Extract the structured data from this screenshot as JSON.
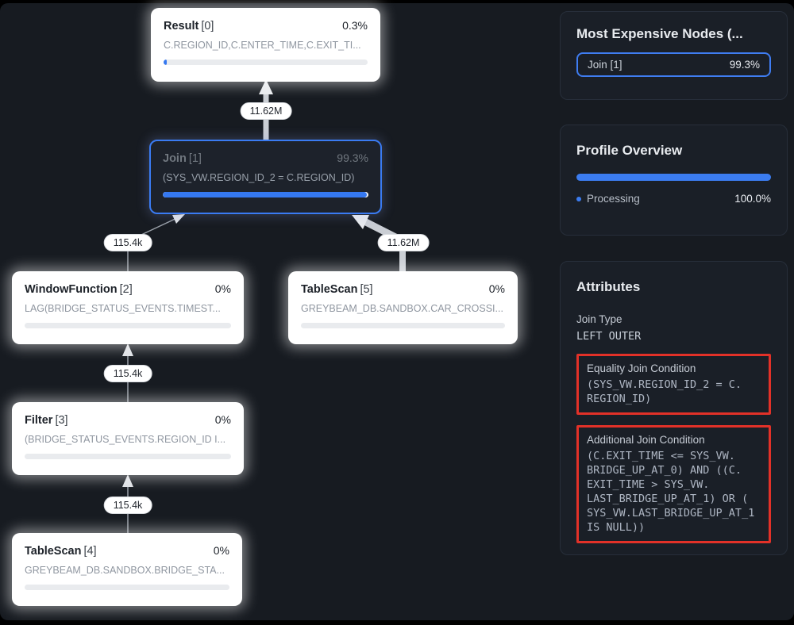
{
  "flow": {
    "nodes": [
      {
        "id": "result",
        "title": "Result",
        "index": "[0]",
        "pct": "0.3%",
        "subtitle": "C.REGION_ID,C.ENTER_TIME,C.EXIT_TI...",
        "bar": 1.5
      },
      {
        "id": "join",
        "title": "Join",
        "index": "[1]",
        "pct": "99.3%",
        "subtitle": "(SYS_VW.REGION_ID_2 = C.REGION_ID)",
        "bar": 99.3,
        "selected": true
      },
      {
        "id": "windowfunction",
        "title": "WindowFunction",
        "index": "[2]",
        "pct": "0%",
        "subtitle": "LAG(BRIDGE_STATUS_EVENTS.TIMEST...",
        "bar": 0
      },
      {
        "id": "tablescan5",
        "title": "TableScan",
        "index": "[5]",
        "pct": "0%",
        "subtitle": "GREYBEAM_DB.SANDBOX.CAR_CROSSI...",
        "bar": 0
      },
      {
        "id": "filter",
        "title": "Filter",
        "index": "[3]",
        "pct": "0%",
        "subtitle": "(BRIDGE_STATUS_EVENTS.REGION_ID I...",
        "bar": 0
      },
      {
        "id": "tablescan4",
        "title": "TableScan",
        "index": "[4]",
        "pct": "0%",
        "subtitle": "GREYBEAM_DB.SANDBOX.BRIDGE_STA...",
        "bar": 0
      }
    ],
    "edges": [
      {
        "from": "join",
        "to": "result",
        "label": "11.62M"
      },
      {
        "from": "windowfunction",
        "to": "join",
        "label": "115.4k"
      },
      {
        "from": "tablescan5",
        "to": "join",
        "label": "11.62M"
      },
      {
        "from": "filter",
        "to": "windowfunction",
        "label": "115.4k"
      },
      {
        "from": "tablescan4",
        "to": "filter",
        "label": "115.4k"
      }
    ]
  },
  "sidebar": {
    "most_expensive": {
      "title": "Most Expensive Nodes (...",
      "items": [
        {
          "label": "Join [1]",
          "pct": "99.3%",
          "selected": true
        }
      ]
    },
    "profile_overview": {
      "title": "Profile Overview",
      "progress_pct": 100,
      "segments": [
        {
          "name": "Processing",
          "pct": "100.0%",
          "color": "#3b7cf0"
        }
      ]
    },
    "attributes": {
      "title": "Attributes",
      "items": [
        {
          "label": "Join Type",
          "value": "LEFT OUTER",
          "highlighted": false
        },
        {
          "label": "Equality Join Condition",
          "value": "(SYS_VW.REGION_ID_2 = C.\nREGION_ID)",
          "highlighted": true
        },
        {
          "label": "Additional Join Condition",
          "value": "(C.EXIT_TIME <= SYS_VW.\nBRIDGE_UP_AT_0) AND ((C.\nEXIT_TIME > SYS_VW.\nLAST_BRIDGE_UP_AT_1) OR (\nSYS_VW.LAST_BRIDGE_UP_AT_1\nIS NULL))",
          "highlighted": true
        }
      ]
    }
  },
  "colors": {
    "accent_blue": "#3b7cf0",
    "annotation_red": "#e23128",
    "canvas_bg": "#171b21",
    "panel_bg": "#1a1f27",
    "node_bg": "#ffffff"
  }
}
